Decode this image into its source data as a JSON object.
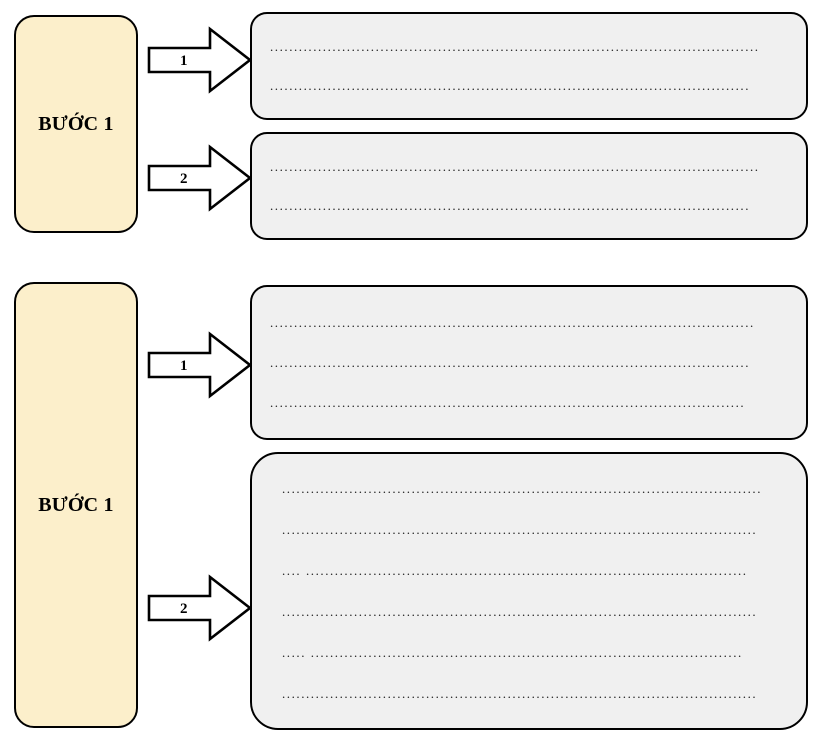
{
  "diagram": {
    "title": "So do hai buoc voi ghi chu",
    "colors": {
      "step_fill": "#fcefcb",
      "note_fill": "#f0f0f0",
      "stroke": "#000000",
      "arrow_fill": "#ffffff",
      "page_background": "#ffffff"
    },
    "groups": [
      {
        "id": "group-1",
        "step": {
          "label": "BƯỚC 1"
        },
        "branches": [
          {
            "number": "1",
            "note": {
              "lines": [
                "......................................................................................................",
                "...................................................................................................."
              ]
            }
          },
          {
            "number": "2",
            "note": {
              "lines": [
                "......................................................................................................",
                "...................................................................................................."
              ]
            }
          }
        ]
      },
      {
        "id": "group-2",
        "step": {
          "label": "BƯỚC 1"
        },
        "branches": [
          {
            "number": "1",
            "note": {
              "lines": [
                ".....................................................................................................",
                "....................................................................................................",
                "..................................................................................................."
              ]
            }
          },
          {
            "number": "2",
            "note": {
              "lines": [
                "....................................................................................................",
                "...................................................................................................",
                "....  ............................................................................................",
                "...................................................................................................",
                ".....  ..........................................................................................",
                "..................................................................................................."
              ]
            }
          }
        ]
      }
    ]
  }
}
